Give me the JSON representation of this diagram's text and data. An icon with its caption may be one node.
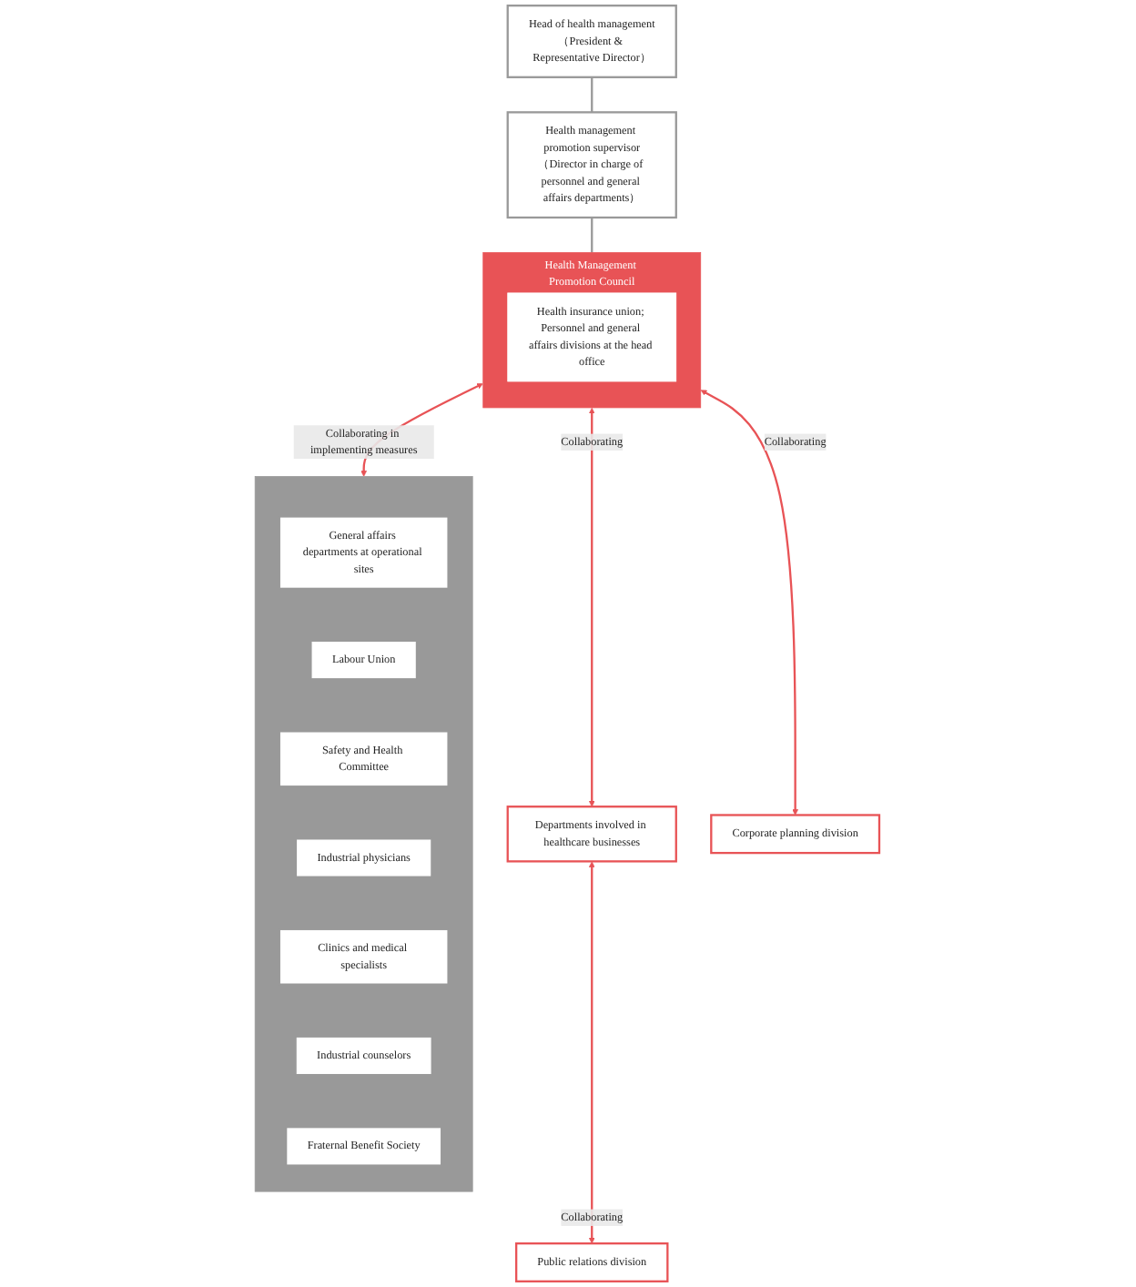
{
  "diagram": {
    "nodes": [
      {
        "text": [
          "Head of health management",
          "（President & Representative Director）"
        ]
      },
      {
        "text": [
          "Health management promotion supervisor",
          "（Director in charge of personnel and general affairs departments）"
        ]
      },
      {
        "text": [
          "Health Management Promotion Council"
        ]
      },
      {
        "text": [
          "Health insurance union; Personnel and general affairs divisions at the head office"
        ],
        "in": 2
      },
      {
        "text": [],
        "shape": "box"
      },
      {
        "text": [
          "General affairs departments at operational sites"
        ],
        "in": 4
      },
      {
        "text": [
          "Labour Union"
        ],
        "in": 4
      },
      {
        "text": [
          "Safety and Health Committee"
        ],
        "in": 4
      },
      {
        "text": [
          "Industrial physicians"
        ],
        "in": 4
      },
      {
        "text": [
          "Clinics and medical specialists"
        ],
        "in": 4
      },
      {
        "text": [
          "Industrial counselors"
        ],
        "in": 4
      },
      {
        "text": [
          "Fraternal Benefit Society"
        ],
        "in": 4
      },
      {
        "text": [
          "Departments involved in healthcare businesses"
        ]
      },
      {
        "text": [
          "Public relations division"
        ]
      },
      {
        "text": [
          "Corporate planning division"
        ]
      }
    ],
    "edges": [
      {
        "from": 0,
        "to": 1,
        "arrow": "none",
        "color": "#999999"
      },
      {
        "from": 1,
        "to": 2,
        "arrow": "none",
        "color": "#999999"
      },
      {
        "from": 2,
        "to": 4,
        "arrow": "both",
        "label": "Collaborating in implementing measures"
      },
      {
        "from": 2,
        "to": 12,
        "arrow": "both",
        "label": "Collaborating"
      },
      {
        "from": 12,
        "to": 13,
        "arrow": "both",
        "label": "Collaborating"
      },
      {
        "from": 2,
        "to": 14,
        "arrow": "both",
        "label": "Collaborating"
      }
    ]
  }
}
